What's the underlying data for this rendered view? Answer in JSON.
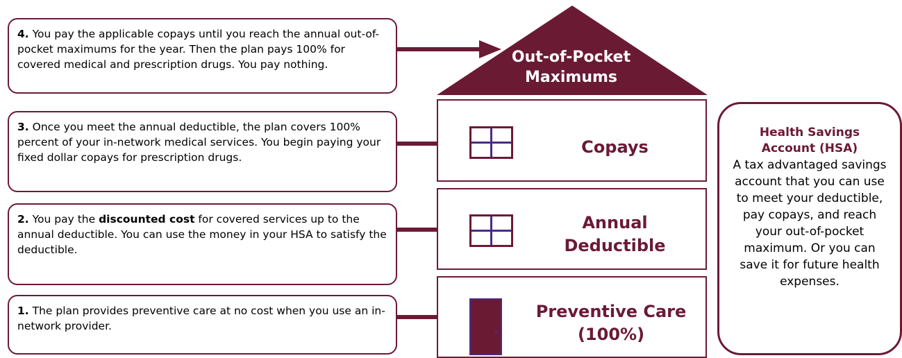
{
  "colors": {
    "accent": "#6b1a34",
    "window_mullion": "#4b2c83"
  },
  "steps": [
    {
      "num": "4.",
      "text": " You pay the applicable copays until you reach the annual out-of-pocket maximums for the year. Then the plan pays 100% for covered medical and prescription drugs. You pay nothing."
    },
    {
      "num": "3.",
      "text": " Once you meet the annual deductible, the plan covers 100% percent of your in-network medical services. You begin paying your fixed dollar copays for prescription drugs."
    },
    {
      "num": "2.",
      "text_before": " You pay the ",
      "bold": "discounted cost",
      "text_after": " for covered services up to the annual deductible. You can use the money in your HSA to satisfy the deductible."
    },
    {
      "num": "1.",
      "text": " The plan provides preventive care at no cost when you use an in-network provider."
    }
  ],
  "house": {
    "roof_title": "Out-of-Pocket Maximums",
    "floors": [
      {
        "label": "Copays",
        "icon": "window-icon"
      },
      {
        "label": "Annual Deductible",
        "icon": "window-icon"
      },
      {
        "label": "Preventive Care (100%)",
        "icon": "door-icon"
      }
    ]
  },
  "hsa": {
    "title": "Health Savings Account (HSA)",
    "body": "A tax advantaged savings account that you can use to meet your deductible, pay copays, and reach your out-of-pocket maximum. Or you can save it for future health expenses."
  }
}
